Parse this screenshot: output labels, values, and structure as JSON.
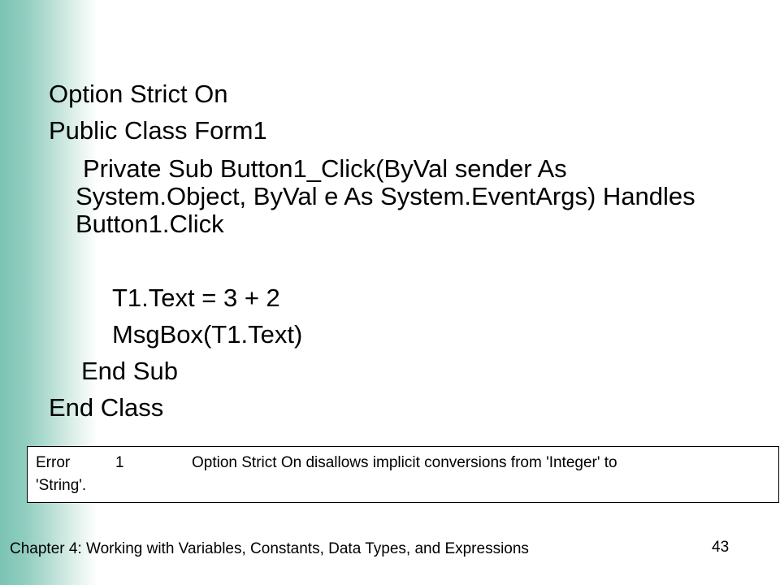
{
  "code": {
    "lines": [
      "Option Strict On",
      "Public Class Form1",
      "Private Sub Button1_Click(ByVal sender As System.Object, ByVal e As System.EventArgs) Handles Button1.Click",
      "T1.Text = 3 + 2",
      "MsgBox(T1.Text)",
      "End Sub",
      "End Class"
    ]
  },
  "error": {
    "label": "Error",
    "number": "1",
    "message_line1": "Option Strict On disallows implicit conversions from 'Integer' to",
    "message_line2": "'String'."
  },
  "footer": {
    "chapter": "Chapter 4: Working with Variables, Constants, Data Types,  and Expressions",
    "page_number": "43"
  },
  "colors": {
    "side_band": "#7bc4b4",
    "background": "#ffffff",
    "text": "#000000"
  }
}
